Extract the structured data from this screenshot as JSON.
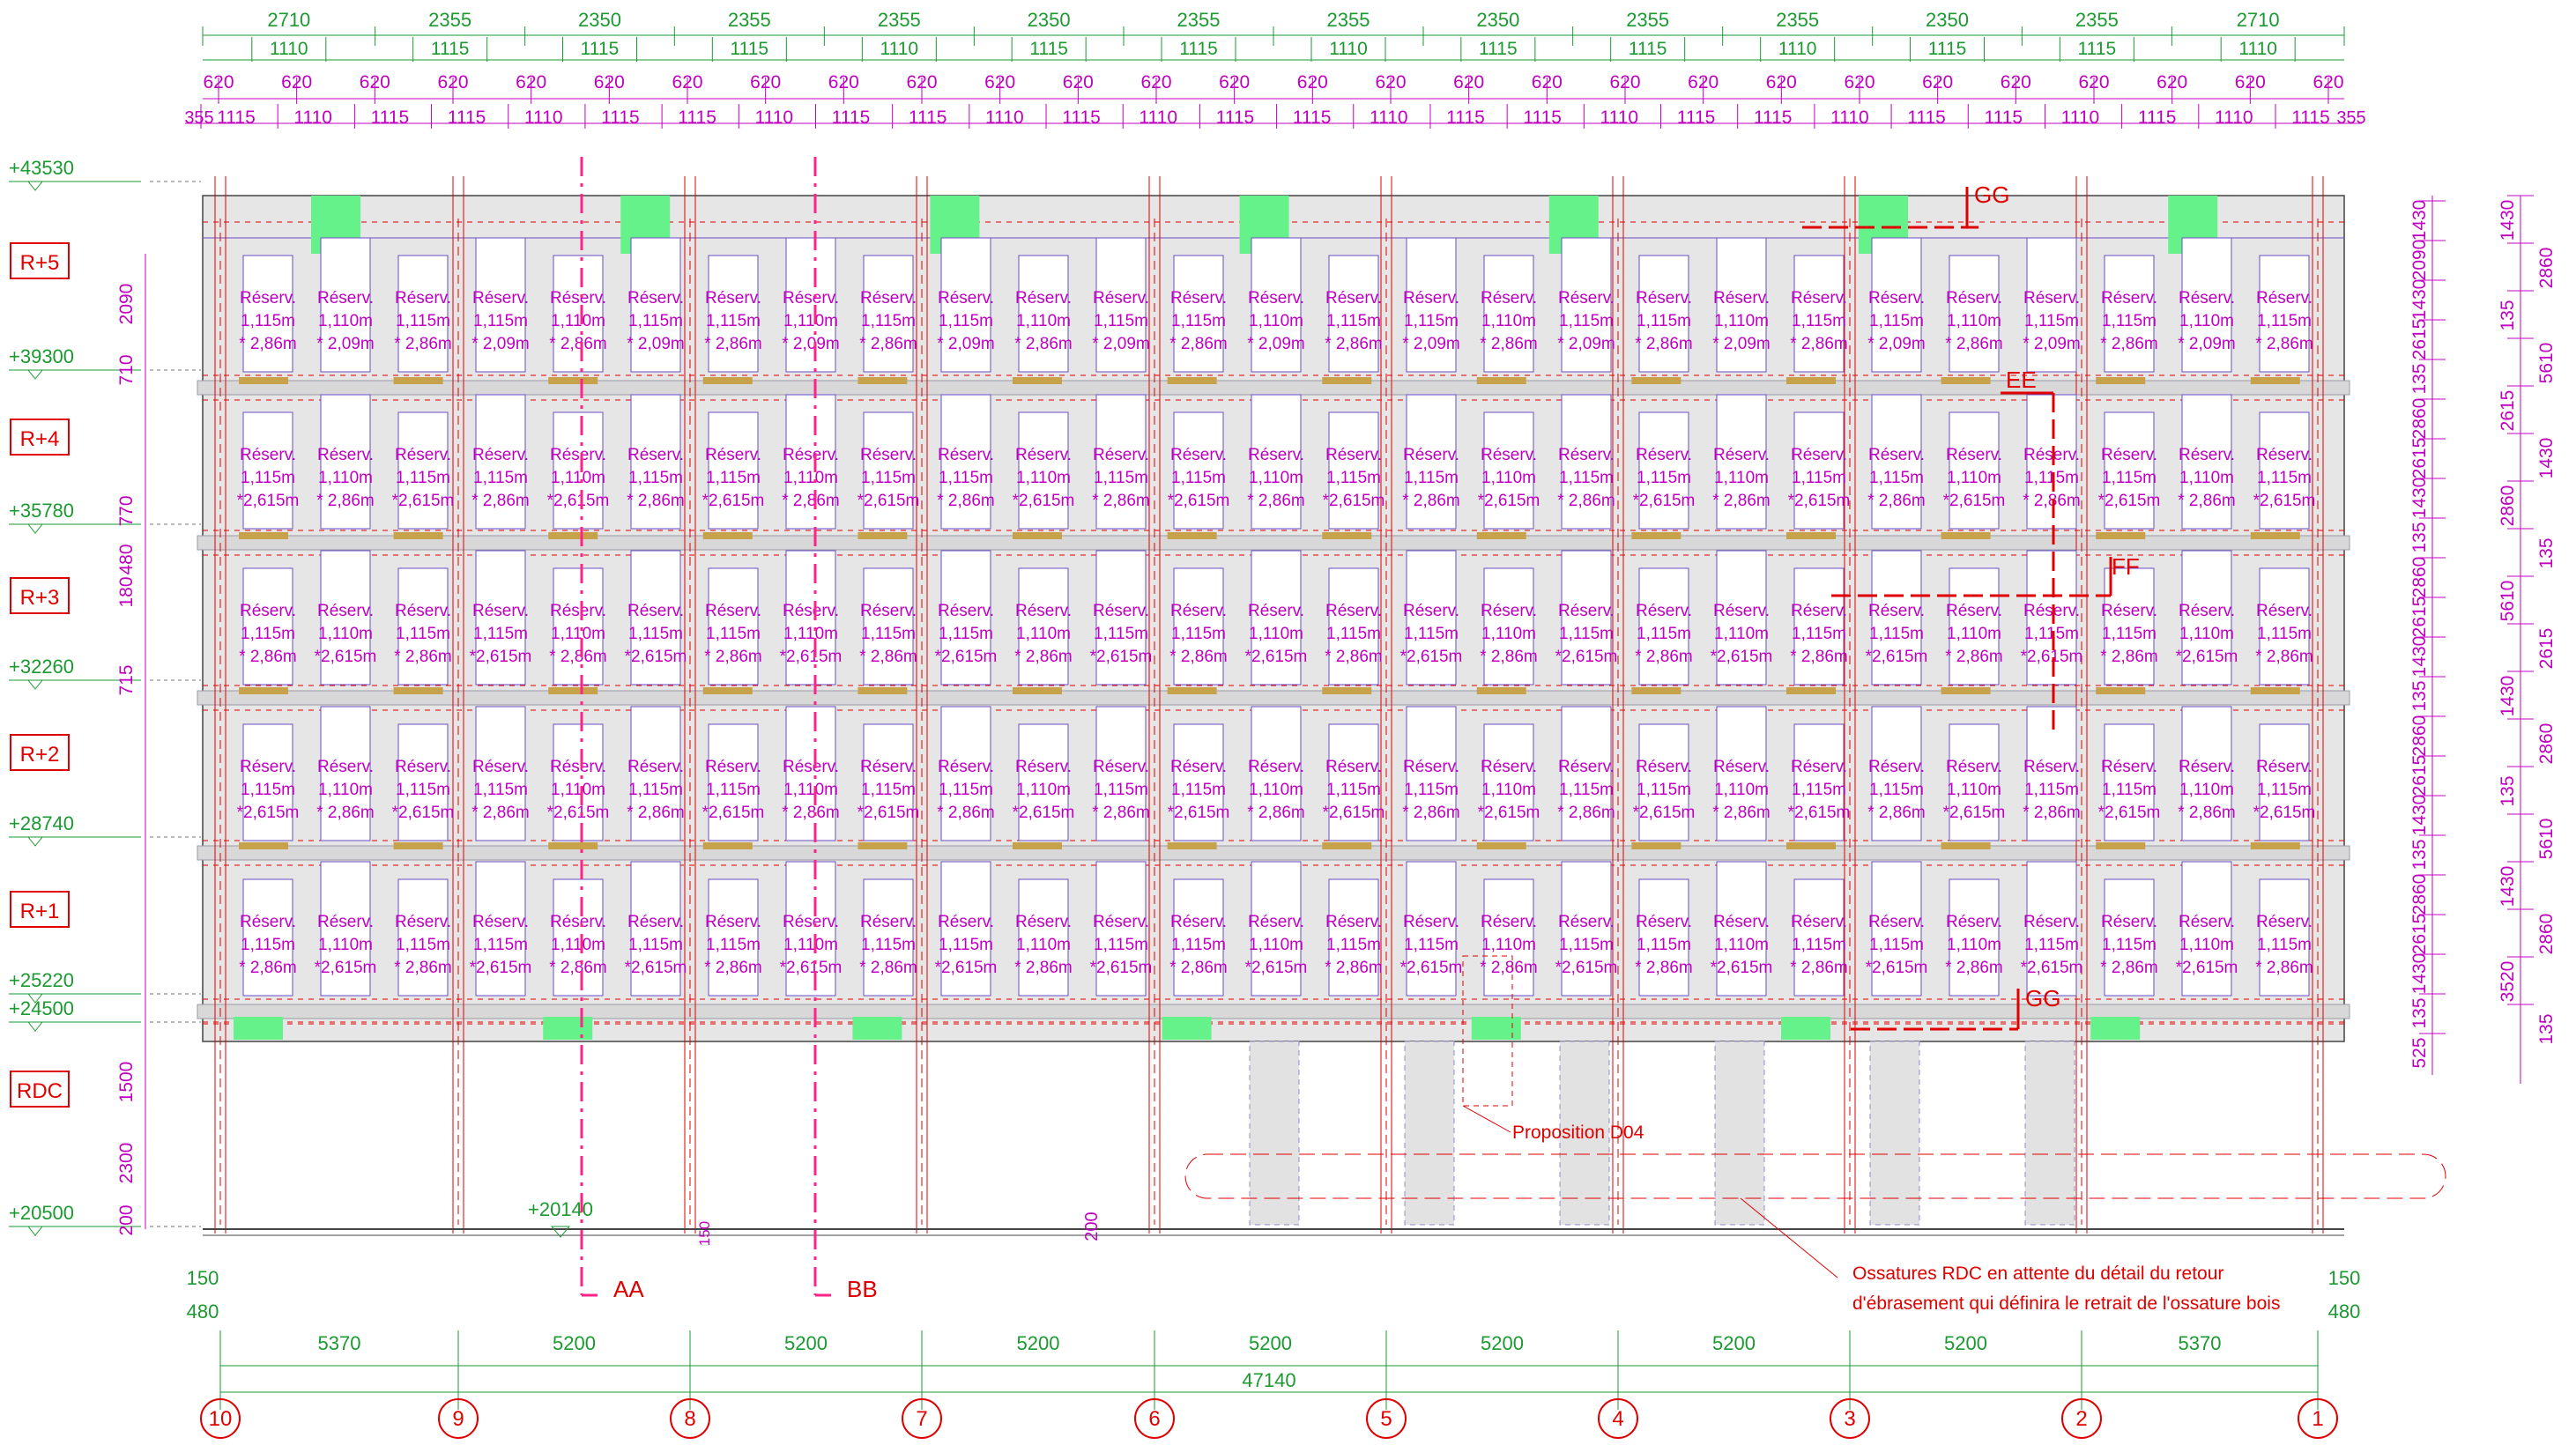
{
  "colors": {
    "magenta": "#c000c0",
    "green": "#1a9a30",
    "red": "#e00000",
    "grid": "#444444",
    "dim": "#777777",
    "wall": "#e6e6e6",
    "opening": "#66f28a",
    "lintel": "#c8a24a",
    "pier": "#e2e2e2",
    "violet": "#6a4cc6"
  },
  "top_dims": {
    "row1": [
      "2710",
      "2355",
      "2350",
      "2355",
      "2355",
      "2350",
      "2355",
      "2355",
      "2350",
      "2355",
      "2355",
      "2350",
      "2355",
      "2710"
    ],
    "row2": [
      "1110",
      "1115",
      "1115",
      "1115",
      "1110",
      "1115",
      "1115",
      "1110",
      "1115",
      "1115",
      "1110",
      "1115",
      "1115",
      "1110"
    ],
    "row3": [
      "620",
      "620",
      "620",
      "620",
      "620",
      "620",
      "620",
      "620",
      "620",
      "620",
      "620",
      "620",
      "620",
      "620",
      "620",
      "620",
      "620",
      "620",
      "620",
      "620",
      "620",
      "620",
      "620",
      "620",
      "620",
      "620",
      "620",
      "620"
    ],
    "row4_edge": "355",
    "row4": [
      "1115",
      "1110",
      "1115",
      "1115",
      "1110",
      "1115",
      "1115",
      "1110",
      "1115",
      "1115",
      "1110",
      "1115",
      "1110",
      "1115",
      "1115",
      "1110",
      "1115",
      "1115",
      "1110",
      "1115",
      "1115",
      "1110",
      "1115",
      "1115",
      "1110",
      "1115",
      "1110",
      "1115"
    ]
  },
  "levels": [
    "+43530",
    "+39300",
    "+35780",
    "+32260",
    "+28740",
    "+25220",
    "+24500",
    "+20500",
    "+20140"
  ],
  "floors": [
    "R+5",
    "R+4",
    "R+3",
    "R+2",
    "R+1",
    "RDC"
  ],
  "left_dims": [
    "2090",
    "710",
    "770",
    "480",
    "180",
    "715",
    "1500",
    "2300",
    "200"
  ],
  "right_inner": [
    "1430",
    "2090",
    "1430",
    "2615",
    "135",
    "2860",
    "2615",
    "1430",
    "135",
    "2860",
    "2615",
    "1430",
    "135",
    "2860",
    "2615",
    "1430",
    "135",
    "2860",
    "2615",
    "1430",
    "135",
    "525"
  ],
  "right_outer": [
    "1430",
    "2860",
    "135",
    "5610",
    "2615",
    "1430",
    "2860",
    "135",
    "5610",
    "2615",
    "1430",
    "2860",
    "135",
    "5610",
    "1430",
    "2860",
    "3520",
    "135"
  ],
  "window": {
    "label": "Réserv.",
    "w_1115": "1,115m",
    "w_1110": "1,110m",
    "h_209": "* 2,09m",
    "h_286": "* 2,86m",
    "h_2615": "*2,615m"
  },
  "sections": [
    "AA",
    "BB",
    "EE",
    "FF",
    "GG"
  ],
  "annotations": {
    "proposition": "Proposition D04",
    "ossature_1": "Ossatures RDC en attente du détail du retour",
    "ossature_2": "d'ébrasement qui définira le retrait de l'ossature bois",
    "dim_200": "200",
    "dim_150": "150"
  },
  "bottom_dims": {
    "edge_150": "150",
    "edge_480": "480",
    "spans": [
      "5370",
      "5200",
      "5200",
      "5200",
      "5200",
      "5200",
      "5200",
      "5200",
      "5370"
    ],
    "total": "47140"
  },
  "axes": [
    "10",
    "9",
    "8",
    "7",
    "6",
    "5",
    "4",
    "3",
    "2",
    "1"
  ]
}
